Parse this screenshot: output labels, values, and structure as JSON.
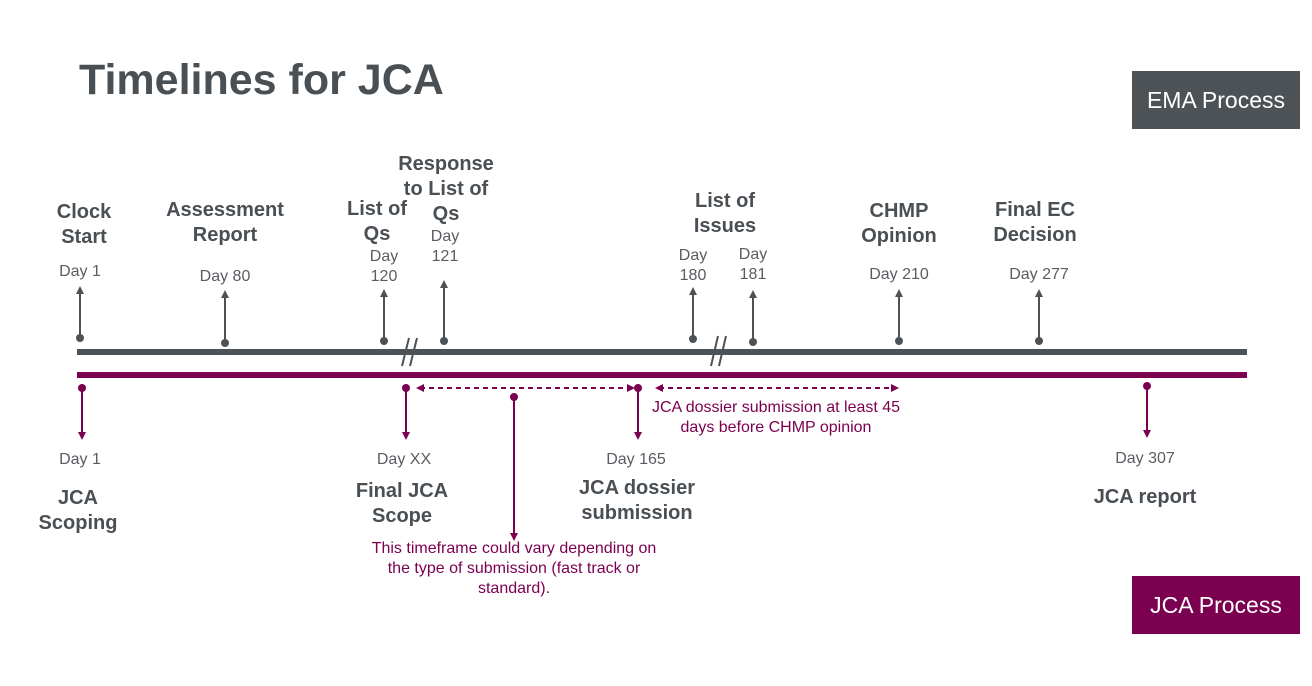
{
  "title": "Timelines for JCA",
  "ema_process_label": "EMA Process",
  "jca_process_label": "JCA Process",
  "colors": {
    "ema": "#4d5257",
    "jca": "#7b0050"
  },
  "ema_milestones": [
    {
      "label": "Clock Start",
      "day": "Day 1"
    },
    {
      "label": "Assessment Report",
      "day": "Day 80"
    },
    {
      "label": "List of Qs",
      "day": "Day 120"
    },
    {
      "label": "Response to List of Qs",
      "day": "Day 121"
    },
    {
      "label": "List of Issues",
      "day_a": "Day 180",
      "day_b": "Day 181"
    },
    {
      "label": "CHMP Opinion",
      "day": "Day 210"
    },
    {
      "label": "Final EC Decision",
      "day": "Day 277"
    }
  ],
  "jca_milestones": [
    {
      "label": "JCA Scoping",
      "day": "Day 1"
    },
    {
      "label": "Final JCA Scope",
      "day": "Day XX"
    },
    {
      "label": "JCA dossier submission",
      "day": "Day 165"
    },
    {
      "label": "JCA report",
      "day": "Day 307"
    }
  ],
  "notes": {
    "dossier_window": "JCA dossier submission at least 45 days before CHMP opinion",
    "timeframe": "This timeframe could vary depending on the type of submission (fast track or standard)."
  }
}
